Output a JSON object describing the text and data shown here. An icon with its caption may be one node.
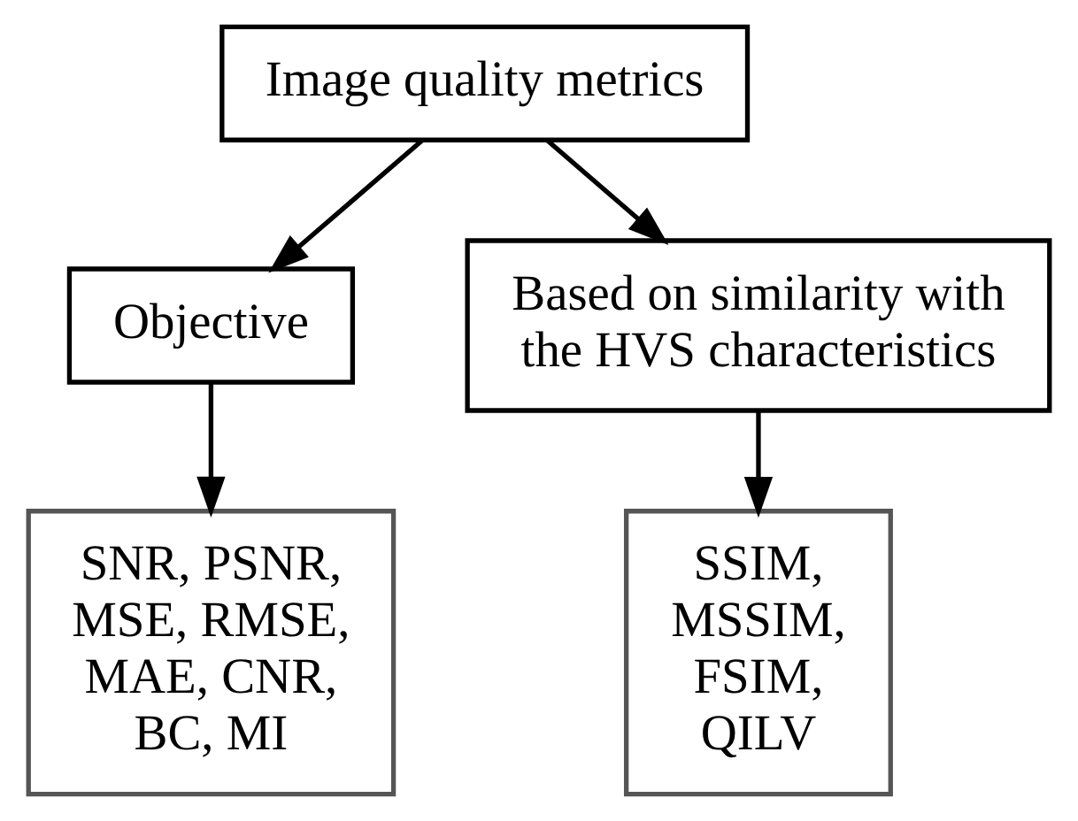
{
  "diagram": {
    "nodes": [
      {
        "text": [
          "Image quality metrics"
        ]
      },
      {
        "text": [
          "Objective"
        ]
      },
      {
        "text": [
          "Based on similarity with the HVS characteristics"
        ]
      },
      {
        "text": [
          "SNR, PSNR, MSE, RMSE, MAE, CNR, BC, MI"
        ]
      },
      {
        "text": [
          "SSIM, MSSIM, FSIM, QILV"
        ]
      }
    ],
    "edges": [
      {
        "from": 0,
        "to": 1,
        "arrow": "to"
      },
      {
        "from": 0,
        "to": 2,
        "arrow": "to"
      },
      {
        "from": 1,
        "to": 3,
        "arrow": "to"
      },
      {
        "from": 2,
        "to": 4,
        "arrow": "to"
      }
    ]
  }
}
